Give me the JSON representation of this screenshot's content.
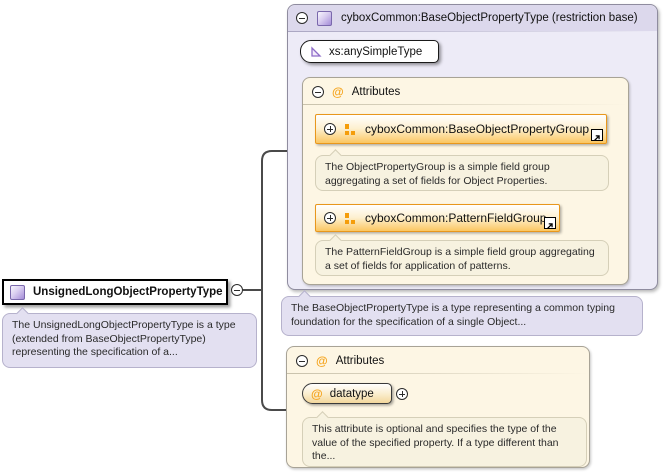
{
  "element_box": {
    "label": "UnsignedLongObjectPropertyType",
    "annotation": "The UnsignedLongObjectPropertyType is a type (extended from BaseObjectPropertyType) representing the specification of a..."
  },
  "base_type_box": {
    "title": "cyboxCommon:BaseObjectPropertyType (restriction base)",
    "simple_type_label": "xs:anySimpleType",
    "attributes_header": "Attributes",
    "groups": [
      {
        "label": "cyboxCommon:BaseObjectPropertyGroup",
        "annotation": "The ObjectPropertyGroup is a simple field group aggregating a set of fields for Object Properties."
      },
      {
        "label": "cyboxCommon:PatternFieldGroup",
        "annotation": "The PatternFieldGroup is a simple field group aggregating a set of fields for application of patterns."
      }
    ],
    "annotation": "The BaseObjectPropertyType is a type representing a common typing foundation for the specification of a single Object..."
  },
  "attributes_box": {
    "attributes_header": "Attributes",
    "attribute": {
      "name": "datatype",
      "annotation": "This attribute is optional and specifies the type of the value of the specified property. If a type different than the..."
    }
  },
  "icons": {
    "at_glyph": "@"
  },
  "colors": {
    "accent_orange": "#F59D0A",
    "orange_row_border": "#E8971C",
    "lavender_fill": "#EDEBF7",
    "lavender_header": "#DCD8EC",
    "cream_fill": "#FDF6E4",
    "purple_icon": "#A48CD8"
  }
}
